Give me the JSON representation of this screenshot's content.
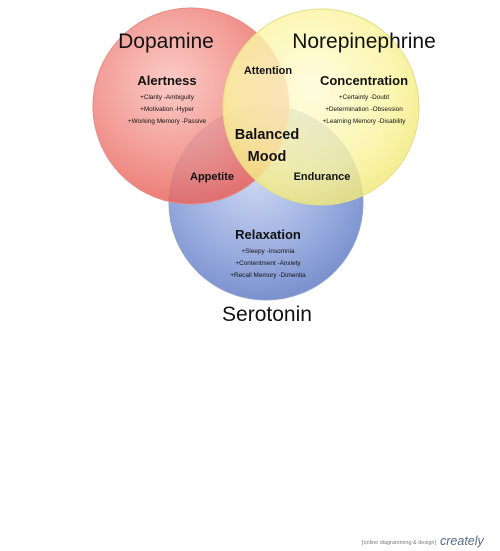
{
  "diagram": {
    "circles": [
      {
        "id": "dopamine",
        "label": "Dopamine",
        "region_title": "Alertness",
        "items": [
          "+Clarity -Ambiguity",
          "+Motivation -Hyper",
          "+Working Memory -Passive"
        ],
        "color": "#ee6e66"
      },
      {
        "id": "norepinephrine",
        "label": "Norepinephrine",
        "region_title": "Concentration",
        "items": [
          "+Certainty -Doubt",
          "+Determination -Obsession",
          "+Learning Memory -Disability"
        ],
        "color": "#f5ef7a"
      },
      {
        "id": "serotonin",
        "label": "Serotonin",
        "region_title": "Relaxation",
        "items": [
          "+Sleepy -Insomnia",
          "+Contentment -Anxiety",
          "+Recall Memory -Dimentia"
        ],
        "color": "#7f98d4"
      }
    ],
    "overlaps": {
      "dopamine_norepinephrine": "Attention",
      "dopamine_serotonin": "Appetite",
      "norepinephrine_serotonin": "Endurance",
      "center_line1": "Balanced",
      "center_line2": "Mood"
    }
  },
  "brand": {
    "tagline": "[online diagramming & design]",
    "logo": "creately"
  }
}
